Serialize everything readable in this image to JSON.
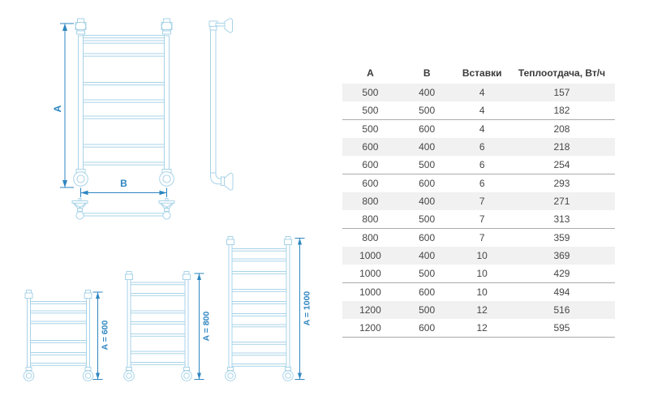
{
  "table": {
    "columns": [
      "А",
      "В",
      "Вставки",
      "Теплоотдача, Вт/ч"
    ],
    "rows": [
      [
        "500",
        "400",
        "4",
        "157"
      ],
      [
        "500",
        "500",
        "4",
        "182"
      ],
      [
        "500",
        "600",
        "4",
        "208"
      ],
      [
        "600",
        "400",
        "6",
        "218"
      ],
      [
        "600",
        "500",
        "6",
        "254"
      ],
      [
        "600",
        "600",
        "6",
        "293"
      ],
      [
        "800",
        "400",
        "7",
        "271"
      ],
      [
        "800",
        "500",
        "7",
        "313"
      ],
      [
        "800",
        "600",
        "7",
        "359"
      ],
      [
        "1000",
        "400",
        "10",
        "369"
      ],
      [
        "1000",
        "500",
        "10",
        "429"
      ],
      [
        "1000",
        "600",
        "10",
        "494"
      ],
      [
        "1200",
        "500",
        "12",
        "516"
      ],
      [
        "1200",
        "600",
        "12",
        "595"
      ]
    ]
  },
  "diagram": {
    "front_height_label": "A",
    "front_width_label": "B",
    "ladder_labels": [
      "A = 600",
      "A = 800",
      "A = 1000"
    ],
    "colors": {
      "outline": "#a8d3e8",
      "dimension": "#2e86c1"
    }
  }
}
